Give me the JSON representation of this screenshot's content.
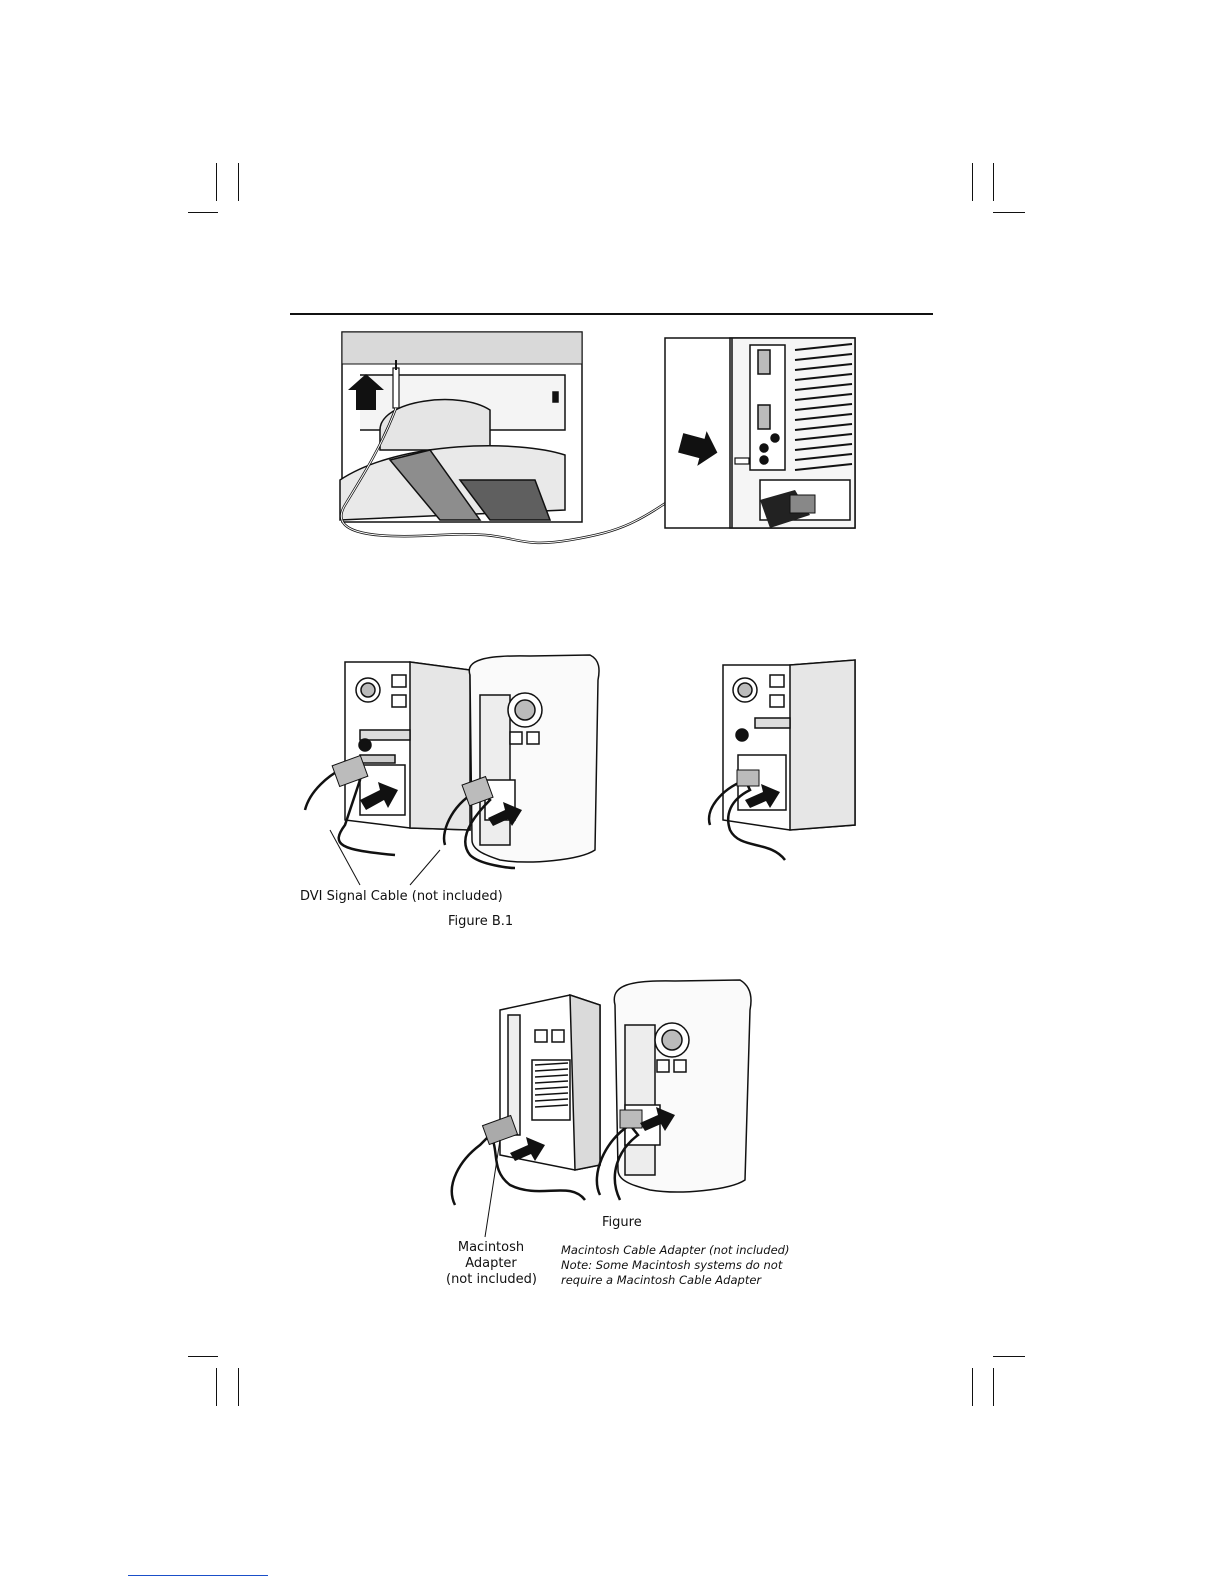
{
  "captions": {
    "dvi_cable": "DVI Signal Cable (not included)",
    "figure_b1": "Figure B.1",
    "figure": "Figure",
    "mac_adapter": [
      "Macintosh",
      "Adapter",
      "(not included)"
    ],
    "mac_note": [
      "Macintosh Cable Adapter (not included)",
      "Note: Some Macintosh systems do not",
      "require a Macintosh Cable Adapter"
    ]
  },
  "icons": {
    "arrow": "arrow-icon",
    "audio_plug": "audio-plug-icon",
    "vga_connector": "vga-connector-icon"
  },
  "colors": {
    "ink": "#111111",
    "grey_fill": "#cfcfcf",
    "light_fill": "#ececec"
  }
}
